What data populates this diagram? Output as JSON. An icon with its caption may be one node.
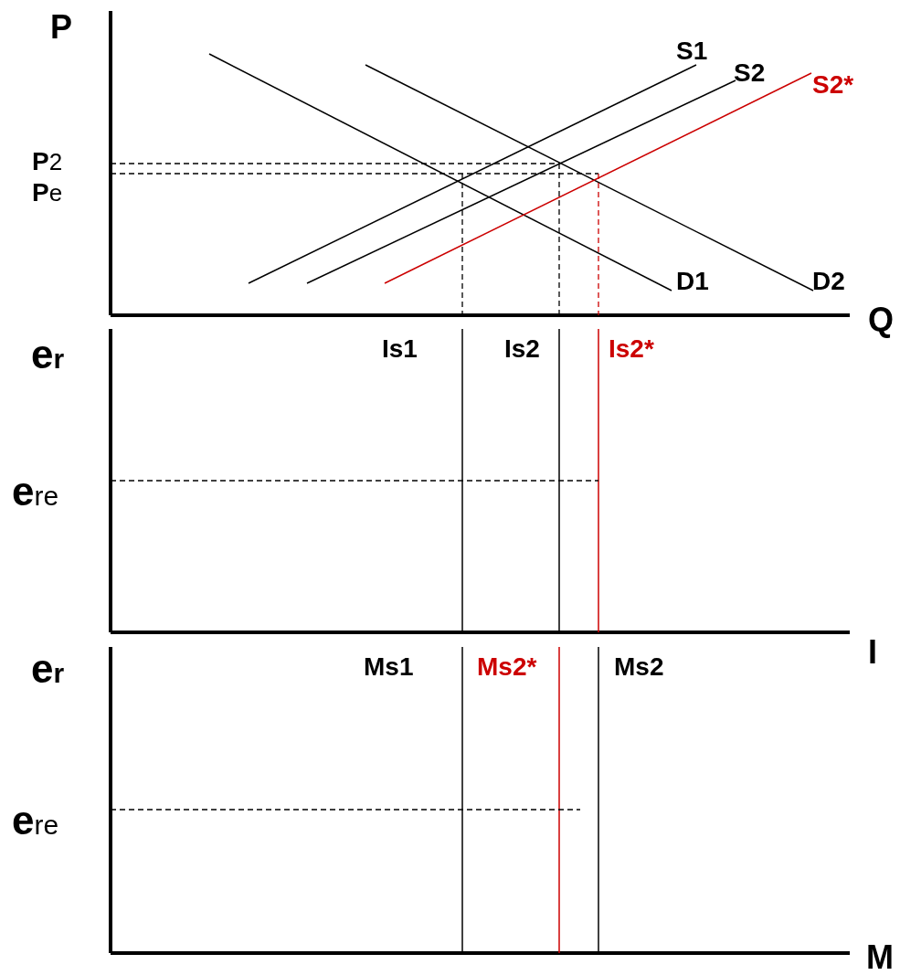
{
  "diagram": {
    "labels": [
      "P",
      "S1",
      "S2",
      "S2*",
      "**P**2",
      "**P**e",
      "D1",
      "D2",
      "Q",
      "er",
      "Is1",
      "Is2",
      "Is2*",
      "**e**re",
      "I",
      "er",
      "Ms1",
      "Ms2*",
      "Ms2",
      "**e**re",
      "M"
    ]
  }
}
